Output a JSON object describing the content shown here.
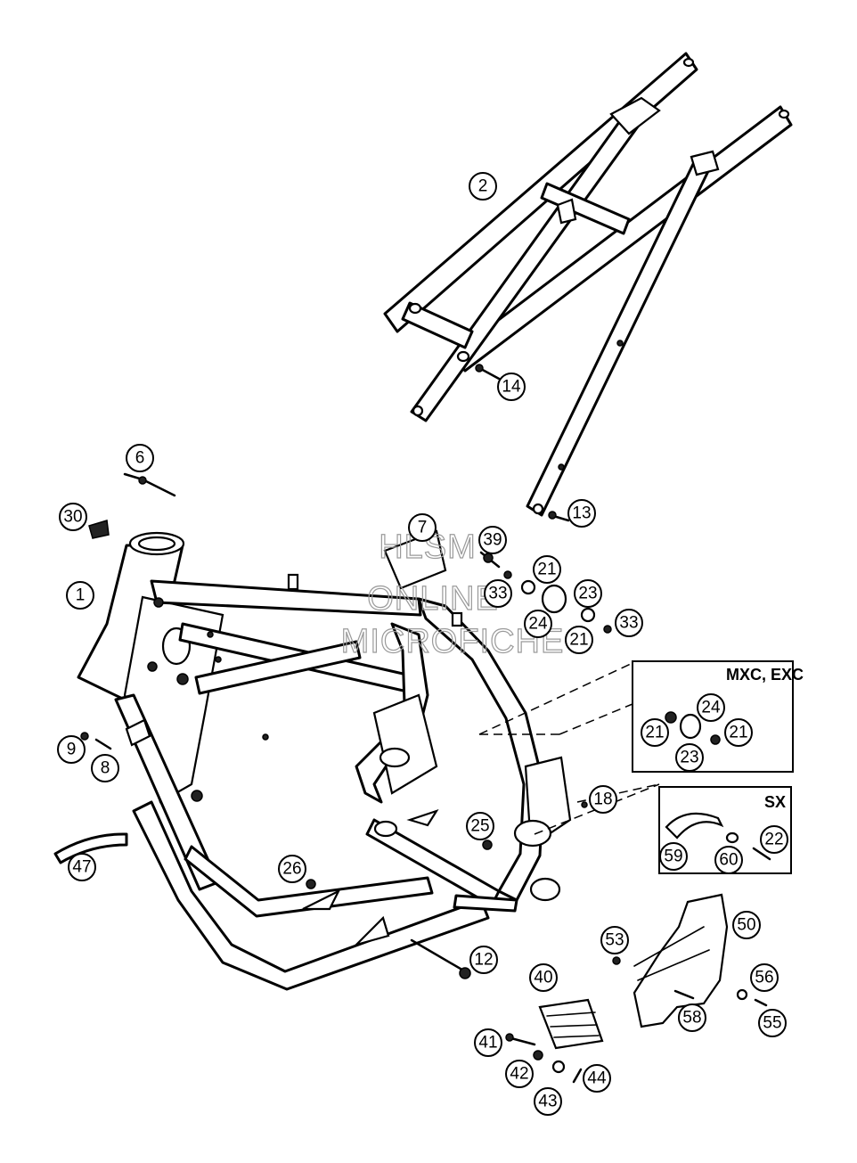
{
  "watermark": {
    "line1": "HLSM",
    "line2": "ONLINE",
    "line3": "MICROFICHE"
  },
  "callouts": [
    {
      "id": "c1",
      "number": "1"
    },
    {
      "id": "c2",
      "number": "2"
    },
    {
      "id": "c6",
      "number": "6"
    },
    {
      "id": "c7",
      "number": "7"
    },
    {
      "id": "c8",
      "number": "8"
    },
    {
      "id": "c9",
      "number": "9"
    },
    {
      "id": "c12",
      "number": "12"
    },
    {
      "id": "c13",
      "number": "13"
    },
    {
      "id": "c14",
      "number": "14"
    },
    {
      "id": "c18",
      "number": "18"
    },
    {
      "id": "c21a",
      "number": "21"
    },
    {
      "id": "c21b",
      "number": "21"
    },
    {
      "id": "c21c",
      "number": "21"
    },
    {
      "id": "c21d",
      "number": "21"
    },
    {
      "id": "c22",
      "number": "22"
    },
    {
      "id": "c23a",
      "number": "23"
    },
    {
      "id": "c23b",
      "number": "23"
    },
    {
      "id": "c24a",
      "number": "24"
    },
    {
      "id": "c24b",
      "number": "24"
    },
    {
      "id": "c25",
      "number": "25"
    },
    {
      "id": "c26",
      "number": "26"
    },
    {
      "id": "c30",
      "number": "30"
    },
    {
      "id": "c33a",
      "number": "33"
    },
    {
      "id": "c33b",
      "number": "33"
    },
    {
      "id": "c39",
      "number": "39"
    },
    {
      "id": "c40",
      "number": "40"
    },
    {
      "id": "c41",
      "number": "41"
    },
    {
      "id": "c42",
      "number": "42"
    },
    {
      "id": "c43",
      "number": "43"
    },
    {
      "id": "c44",
      "number": "44"
    },
    {
      "id": "c47",
      "number": "47"
    },
    {
      "id": "c50",
      "number": "50"
    },
    {
      "id": "c53",
      "number": "53"
    },
    {
      "id": "c55",
      "number": "55"
    },
    {
      "id": "c56",
      "number": "56"
    },
    {
      "id": "c58",
      "number": "58"
    },
    {
      "id": "c59",
      "number": "59"
    },
    {
      "id": "c60",
      "number": "60"
    }
  ],
  "variant_boxes": {
    "mxc_exc": "MXC, EXC",
    "sx": "SX"
  }
}
